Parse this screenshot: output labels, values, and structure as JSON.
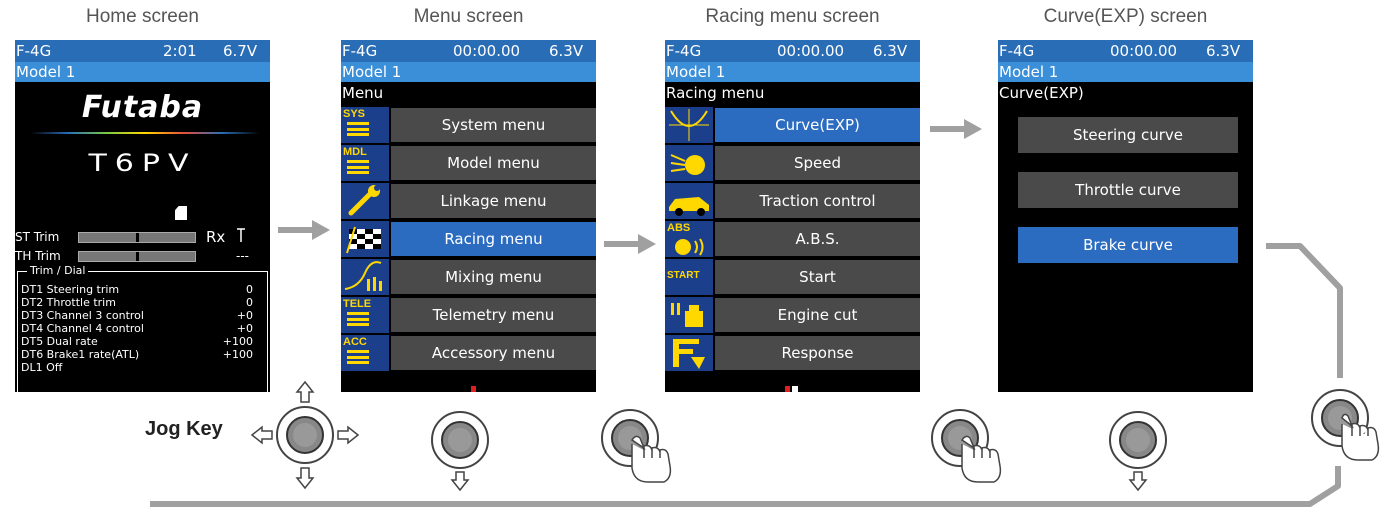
{
  "captions": {
    "home": "Home screen",
    "menu": "Menu screen",
    "racing": "Racing menu screen",
    "curve": "Curve(EXP) screen"
  },
  "status": {
    "home": {
      "model_id": "F-4G",
      "timer": "2:01",
      "voltage": "6.7V"
    },
    "menu": {
      "model_id": "F-4G",
      "timer": "00:00.00",
      "voltage": "6.3V"
    },
    "racing": {
      "model_id": "F-4G",
      "timer": "00:00.00",
      "voltage": "6.3V"
    },
    "curve": {
      "model_id": "F-4G",
      "timer": "00:00.00",
      "voltage": "6.3V"
    }
  },
  "model_name": "Model 1",
  "home": {
    "logo": "Futaba",
    "product": "T6PV",
    "st_trim_label": "ST Trim",
    "th_trim_label": "TH Trim",
    "rx_label": "Rx",
    "rx_value": "---",
    "trim_dial_title": "Trim / Dial",
    "trim_dial": [
      {
        "name": "DT1 Steering trim",
        "value": "0"
      },
      {
        "name": "DT2 Throttle trim",
        "value": "0"
      },
      {
        "name": "DT3 Channel 3 control",
        "value": "+0"
      },
      {
        "name": "DT4 Channel 4 control",
        "value": "+0"
      },
      {
        "name": "DT5 Dual rate",
        "value": "+100"
      },
      {
        "name": "DT6 Brake1 rate(ATL)",
        "value": "+100"
      },
      {
        "name": "DL1 Off",
        "value": ""
      }
    ]
  },
  "menu": {
    "title": "Menu",
    "items": [
      {
        "label": "System menu",
        "icon": "SYS",
        "selected": false
      },
      {
        "label": "Model menu",
        "icon": "MDL",
        "selected": false
      },
      {
        "label": "Linkage menu",
        "icon": "wrench-icon",
        "selected": false
      },
      {
        "label": "Racing menu",
        "icon": "checkered-flag-icon",
        "selected": true
      },
      {
        "label": "Mixing menu",
        "icon": "mixing-icon",
        "selected": false
      },
      {
        "label": "Telemetry menu",
        "icon": "TELE",
        "selected": false
      },
      {
        "label": "Accessory menu",
        "icon": "ACC",
        "selected": false
      }
    ]
  },
  "racing": {
    "title": "Racing menu",
    "items": [
      {
        "label": "Curve(EXP)",
        "icon": "curve-icon",
        "selected": true
      },
      {
        "label": "Speed",
        "icon": "speed-icon",
        "selected": false
      },
      {
        "label": "Traction control",
        "icon": "car-icon",
        "selected": false
      },
      {
        "label": "A.B.S.",
        "icon": "ABS",
        "selected": false
      },
      {
        "label": "Start",
        "icon": "START",
        "selected": false
      },
      {
        "label": "Engine cut",
        "icon": "engine-icon",
        "selected": false
      },
      {
        "label": "Response",
        "icon": "response-icon",
        "selected": false
      }
    ]
  },
  "curve": {
    "title": "Curve(EXP)",
    "items": [
      {
        "label": "Steering curve",
        "selected": false
      },
      {
        "label": "Throttle curve",
        "selected": false
      },
      {
        "label": "Brake curve",
        "selected": true
      }
    ]
  },
  "jog_key_label": "Jog Key",
  "colors": {
    "status_bar": "#2a6db7",
    "model_bar": "#3b8fd9",
    "selected_item": "#2b6cc0",
    "item": "#4a4a4a",
    "icon_accent": "#ffd800",
    "arrow": "#a0a0a0"
  }
}
